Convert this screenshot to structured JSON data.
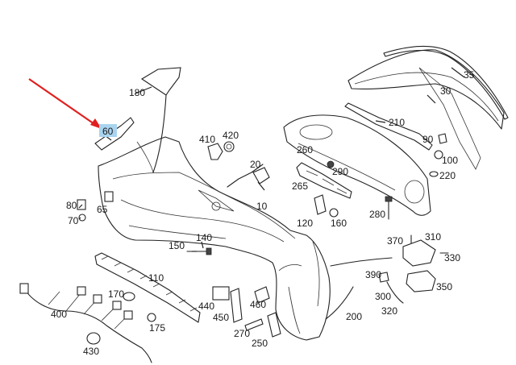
{
  "diagram": {
    "colors": {
      "highlight": "#a9d4ef",
      "arrow": "#e02020",
      "ink": "#222222"
    },
    "callouts": [
      {
        "id": "c10",
        "text": "10"
      },
      {
        "id": "c20",
        "text": "20"
      },
      {
        "id": "c30",
        "text": "30"
      },
      {
        "id": "c35",
        "text": "35"
      },
      {
        "id": "c60",
        "text": "60",
        "highlighted": true
      },
      {
        "id": "c65",
        "text": "65"
      },
      {
        "id": "c70",
        "text": "70"
      },
      {
        "id": "c80",
        "text": "80"
      },
      {
        "id": "c90",
        "text": "90"
      },
      {
        "id": "c100",
        "text": "100"
      },
      {
        "id": "c110",
        "text": "110"
      },
      {
        "id": "c120",
        "text": "120"
      },
      {
        "id": "c140",
        "text": "140"
      },
      {
        "id": "c150",
        "text": "150"
      },
      {
        "id": "c160",
        "text": "160"
      },
      {
        "id": "c170",
        "text": "170"
      },
      {
        "id": "c175",
        "text": "175"
      },
      {
        "id": "c180",
        "text": "180"
      },
      {
        "id": "c200",
        "text": "200"
      },
      {
        "id": "c210",
        "text": "210"
      },
      {
        "id": "c220",
        "text": "220"
      },
      {
        "id": "c250",
        "text": "250"
      },
      {
        "id": "c260",
        "text": "260"
      },
      {
        "id": "c265",
        "text": "265"
      },
      {
        "id": "c270",
        "text": "270"
      },
      {
        "id": "c280",
        "text": "280"
      },
      {
        "id": "c290",
        "text": "290"
      },
      {
        "id": "c300",
        "text": "300"
      },
      {
        "id": "c310",
        "text": "310"
      },
      {
        "id": "c320",
        "text": "320"
      },
      {
        "id": "c330",
        "text": "330"
      },
      {
        "id": "c350",
        "text": "350"
      },
      {
        "id": "c370",
        "text": "370"
      },
      {
        "id": "c390",
        "text": "390"
      },
      {
        "id": "c400",
        "text": "400"
      },
      {
        "id": "c410",
        "text": "410"
      },
      {
        "id": "c420",
        "text": "420"
      },
      {
        "id": "c430",
        "text": "430"
      },
      {
        "id": "c440",
        "text": "440"
      },
      {
        "id": "c450",
        "text": "450"
      },
      {
        "id": "c460",
        "text": "460"
      }
    ]
  }
}
